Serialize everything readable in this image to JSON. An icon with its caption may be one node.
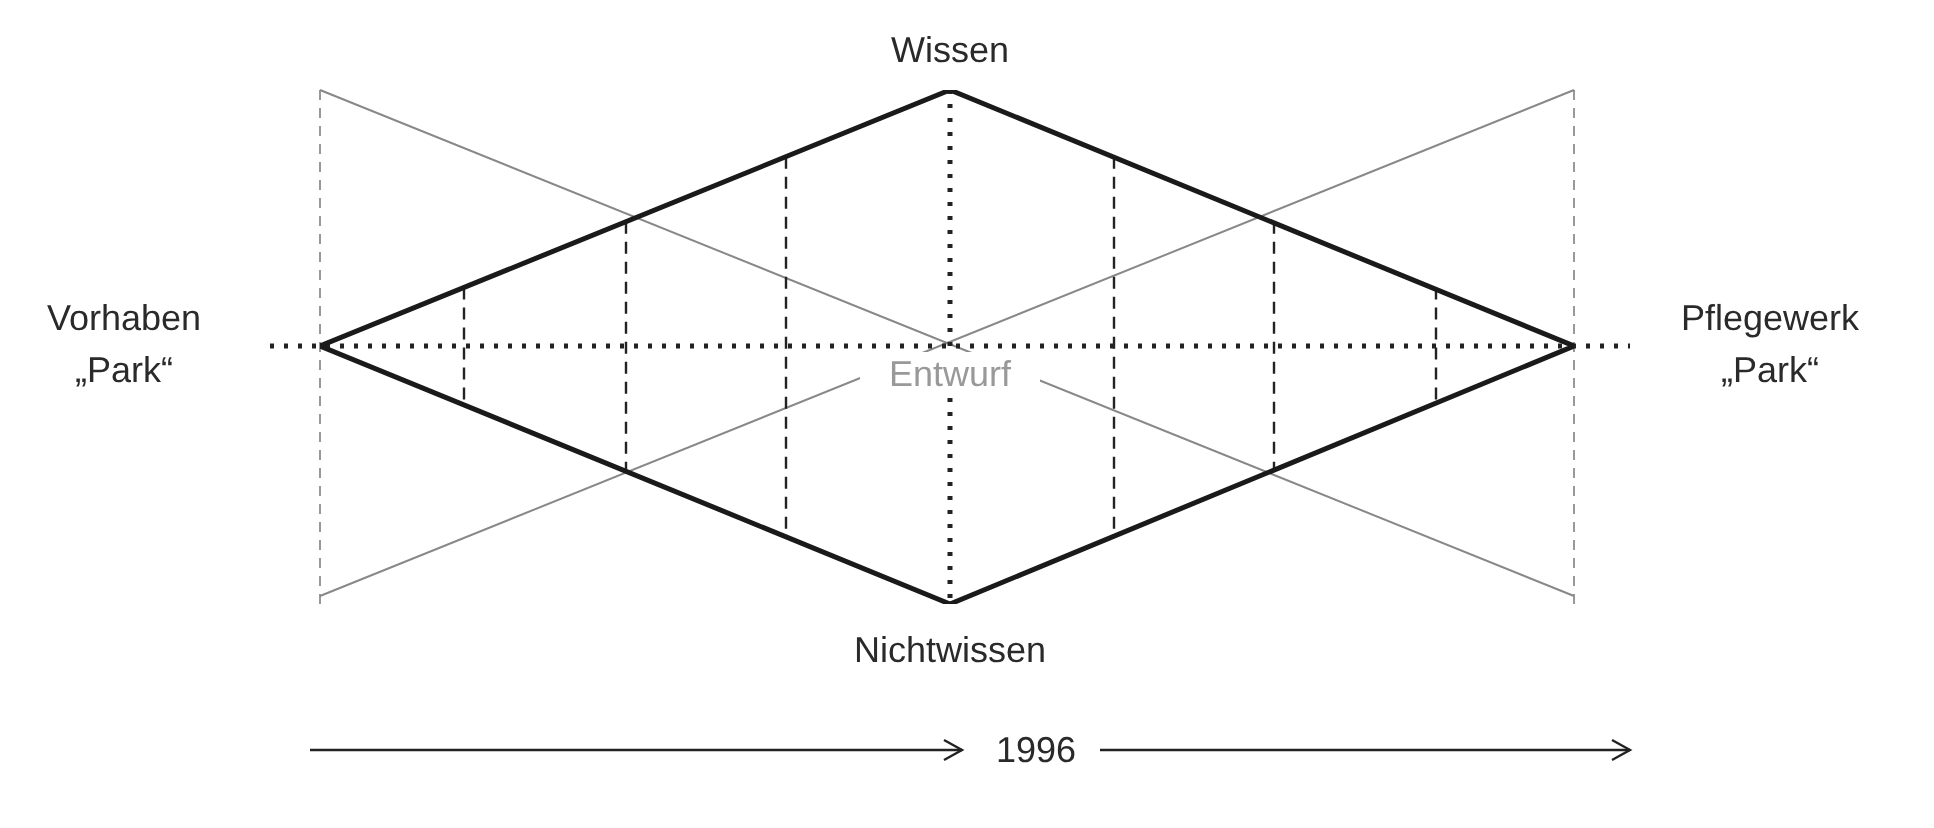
{
  "diagram": {
    "nodes": [
      {
        "text": [
          "Entwurf"
        ]
      }
    ],
    "labels": [
      "Wissen",
      "Vorhaben „Park“",
      "Pflegewerk „Park“",
      "Nichtwissen",
      "1996"
    ]
  }
}
